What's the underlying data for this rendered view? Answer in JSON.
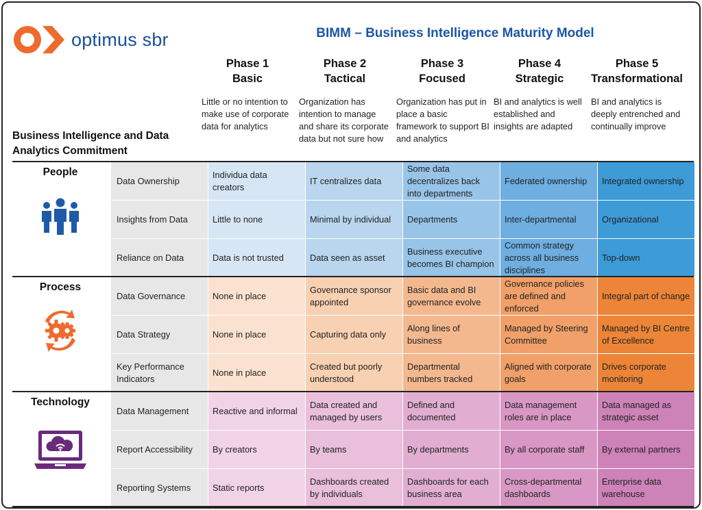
{
  "logo": {
    "text": "optimus sbr"
  },
  "title": "BIMM – Business Intelligence Maturity Model",
  "commitment_label": "Business Intelligence and Data Analytics Commitment",
  "phases": [
    {
      "name": "Phase 1",
      "level": "Basic",
      "description": "Little or no intention to make use of corporate data for analytics"
    },
    {
      "name": "Phase 2",
      "level": "Tactical",
      "description": "Organization has intention to manage and share its corporate data but not sure how"
    },
    {
      "name": "Phase 3",
      "level": "Focused",
      "description": "Organization has put in place a basic framework to support BI and analytics"
    },
    {
      "name": "Phase 4",
      "level": "Strategic",
      "description": "BI and analytics is well established and insights are adapted"
    },
    {
      "name": "Phase 5",
      "level": "Transformational",
      "description": "BI and analytics is deeply entrenched and continually improve"
    }
  ],
  "categories": [
    {
      "name": "People",
      "icon": "people-icon",
      "colors": [
        "#d7e6f5",
        "#b9d6ee",
        "#98c4e8",
        "#6eaee0",
        "#3d9bd8"
      ],
      "rows": [
        {
          "label": "Data Ownership",
          "cells": [
            "Individua data creators",
            "IT centralizes data",
            "Some data decentralizes back into departments",
            "Federated ownership",
            "Integrated ownership"
          ]
        },
        {
          "label": "Insights from Data",
          "cells": [
            "Little to none",
            "Minimal by individual",
            "Departments",
            "Inter-departmental",
            "Organizational"
          ]
        },
        {
          "label": "Reliance on Data",
          "cells": [
            "Data is not trusted",
            "Data seen as asset",
            "Business executive becomes BI champion",
            "Common strategy across all business disciplines",
            "Top-down"
          ]
        }
      ]
    },
    {
      "name": "Process",
      "icon": "process-gear-icon",
      "colors": [
        "#fbe2d0",
        "#f8d0b2",
        "#f4b88f",
        "#f0a068",
        "#ec8537"
      ],
      "rows": [
        {
          "label": "Data Governance",
          "cells": [
            "None in place",
            "Governance sponsor appointed",
            "Basic data and BI governance evolve",
            "Governance policies are defined and enforced",
            "Integral part of change"
          ]
        },
        {
          "label": "Data Strategy",
          "cells": [
            "None in place",
            "Capturing data only",
            "Along lines of business",
            "Managed by Steering Committee",
            "Managed by BI Centre of Excellence"
          ]
        },
        {
          "label": "Key Performance Indicators",
          "cells": [
            "None in place",
            "Created but poorly understood",
            "Departmental numbers tracked",
            "Aligned with corporate goals",
            "Drives corporate monitoring"
          ]
        }
      ]
    },
    {
      "name": "Technology",
      "icon": "laptop-cloud-icon",
      "colors": [
        "#f1d3e6",
        "#e9bfdb",
        "#e1aed2",
        "#d897c5",
        "#cd82b8"
      ],
      "rows": [
        {
          "label": "Data Management",
          "cells": [
            "Reactive and informal",
            "Data created and managed by users",
            "Defined and documented",
            "Data management roles are in place",
            "Data managed as strategic asset"
          ]
        },
        {
          "label": "Report Accessibility",
          "cells": [
            "By creators",
            "By teams",
            "By departments",
            "By all corporate staff",
            "By external partners"
          ]
        },
        {
          "label": "Reporting Systems",
          "cells": [
            "Static reports",
            "Dashboards created by individuals",
            "Dashboards for each business area",
            "Cross-departmental dashboards",
            "Enterprise data warehouse"
          ]
        }
      ]
    }
  ],
  "brand_colors": {
    "orange": "#ee6b2f",
    "blue": "#1a4f9c",
    "purple": "#6a2a7c"
  }
}
